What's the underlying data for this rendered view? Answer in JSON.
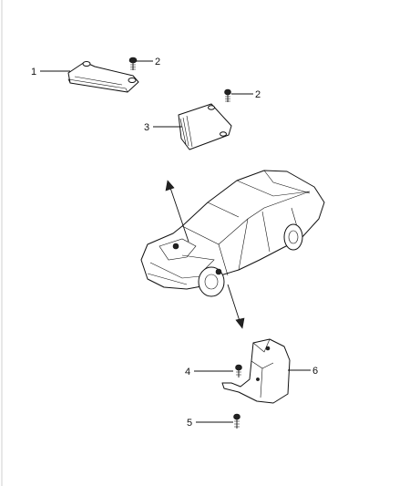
{
  "diagram": {
    "callouts": [
      {
        "id": "c1",
        "text": "1"
      },
      {
        "id": "c2a",
        "text": "2"
      },
      {
        "id": "c2b",
        "text": "2"
      },
      {
        "id": "c3",
        "text": "3"
      },
      {
        "id": "c4",
        "text": "4"
      },
      {
        "id": "c5",
        "text": "5"
      },
      {
        "id": "c6",
        "text": "6"
      }
    ]
  }
}
